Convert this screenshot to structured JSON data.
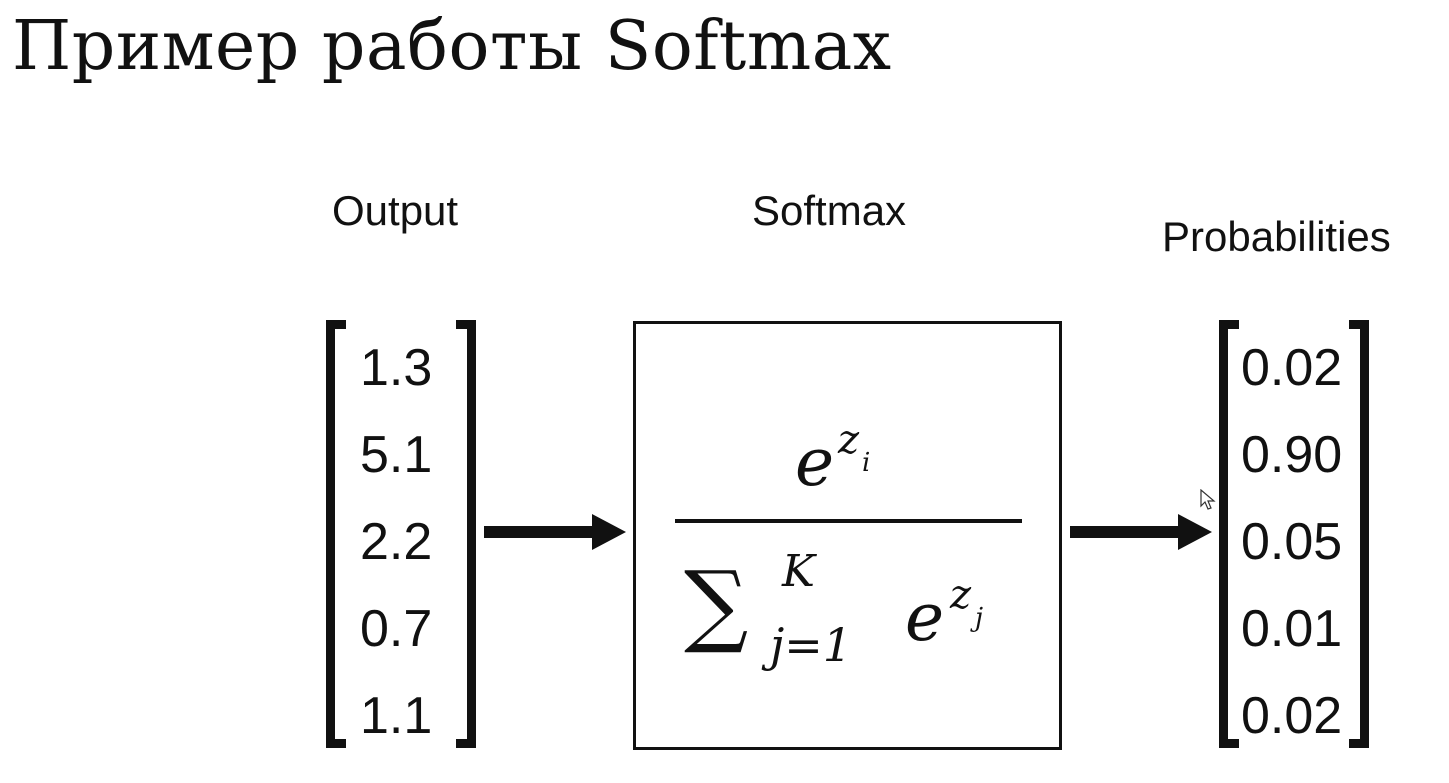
{
  "slide": {
    "title": "Пример работы Softmax"
  },
  "diagram": {
    "output_label": "Output",
    "softmax_label": "Softmax",
    "probabilities_label": "Probabilities",
    "output_values": [
      "1.3",
      "5.1",
      "2.2",
      "0.7",
      "1.1"
    ],
    "probability_values": [
      "0.02",
      "0.90",
      "0.05",
      "0.01",
      "0.02"
    ],
    "formula": {
      "numerator_base": "e",
      "numerator_exp": "z",
      "numerator_exp_sub": "i",
      "sum_symbol": "∑",
      "sum_upper": "K",
      "sum_lower": "j=1",
      "denominator_base": "e",
      "denominator_exp": "z",
      "denominator_exp_sub": "j"
    }
  },
  "icons": {
    "arrow": "arrow-right-icon",
    "cursor": "mouse-cursor-icon"
  }
}
